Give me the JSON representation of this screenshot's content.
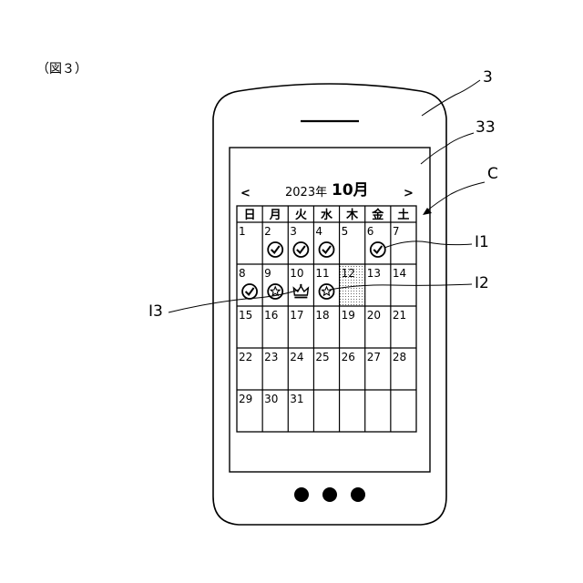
{
  "figure_label": "（図３）",
  "labels": {
    "device": "3",
    "screen": "33",
    "calendar": "C",
    "check_icon": "I1",
    "star_icon": "I2",
    "crown_icon": "I3"
  },
  "calendar": {
    "prev": "<",
    "next": ">",
    "year": "2023年",
    "month": "10月",
    "weekdays": [
      "日",
      "月",
      "火",
      "水",
      "木",
      "金",
      "土"
    ],
    "days": [
      "1",
      "2",
      "3",
      "4",
      "5",
      "6",
      "7",
      "8",
      "9",
      "10",
      "11",
      "12",
      "13",
      "14",
      "15",
      "16",
      "17",
      "18",
      "19",
      "20",
      "21",
      "22",
      "23",
      "24",
      "25",
      "26",
      "27",
      "28",
      "29",
      "30",
      "31"
    ],
    "first_weekday_index": 0,
    "highlighted_day": "12",
    "icons": [
      {
        "day": "2",
        "icon": "check-icon"
      },
      {
        "day": "3",
        "icon": "check-icon"
      },
      {
        "day": "4",
        "icon": "check-icon"
      },
      {
        "day": "6",
        "icon": "check-icon"
      },
      {
        "day": "8",
        "icon": "check-icon"
      },
      {
        "day": "9",
        "icon": "star-icon"
      },
      {
        "day": "10",
        "icon": "crown-icon"
      },
      {
        "day": "11",
        "icon": "star-icon"
      }
    ]
  }
}
